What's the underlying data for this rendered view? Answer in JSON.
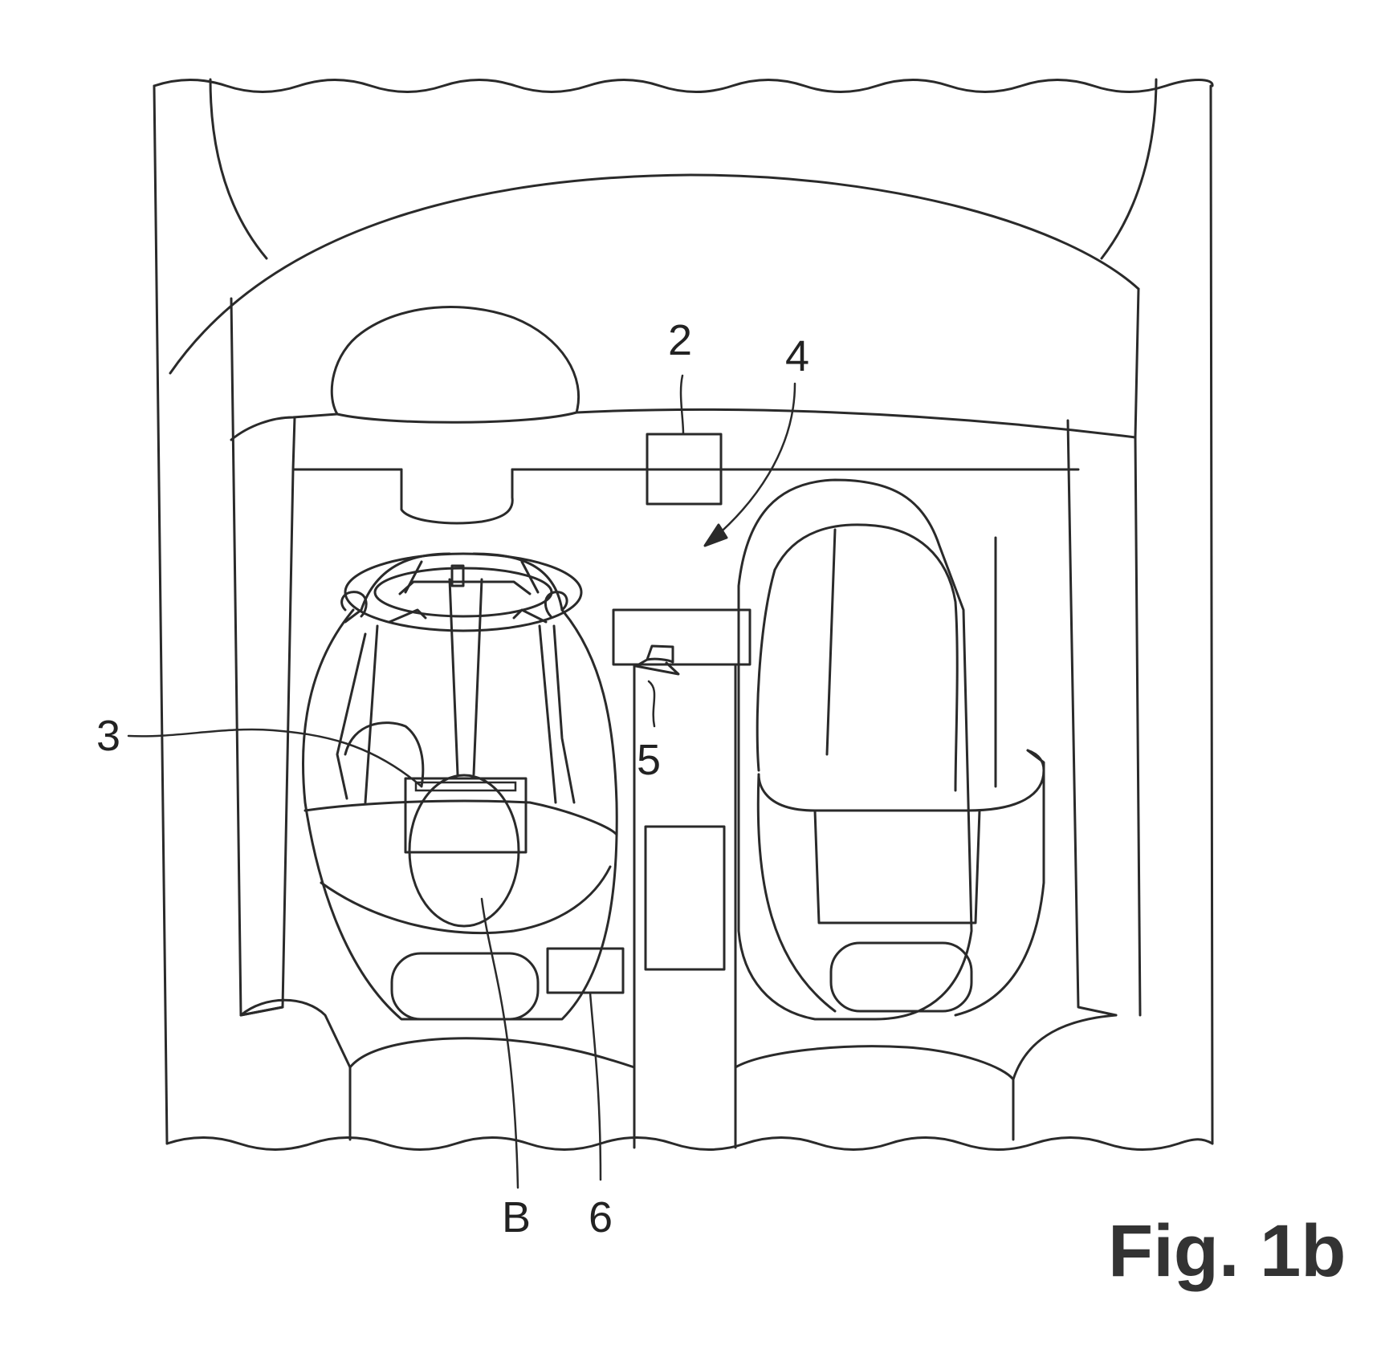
{
  "figure": {
    "caption": "Fig. 1b",
    "labels": {
      "control_unit": "2",
      "driver": "3",
      "interior": "4",
      "sensor": "5",
      "device": "6",
      "area": "B"
    }
  }
}
